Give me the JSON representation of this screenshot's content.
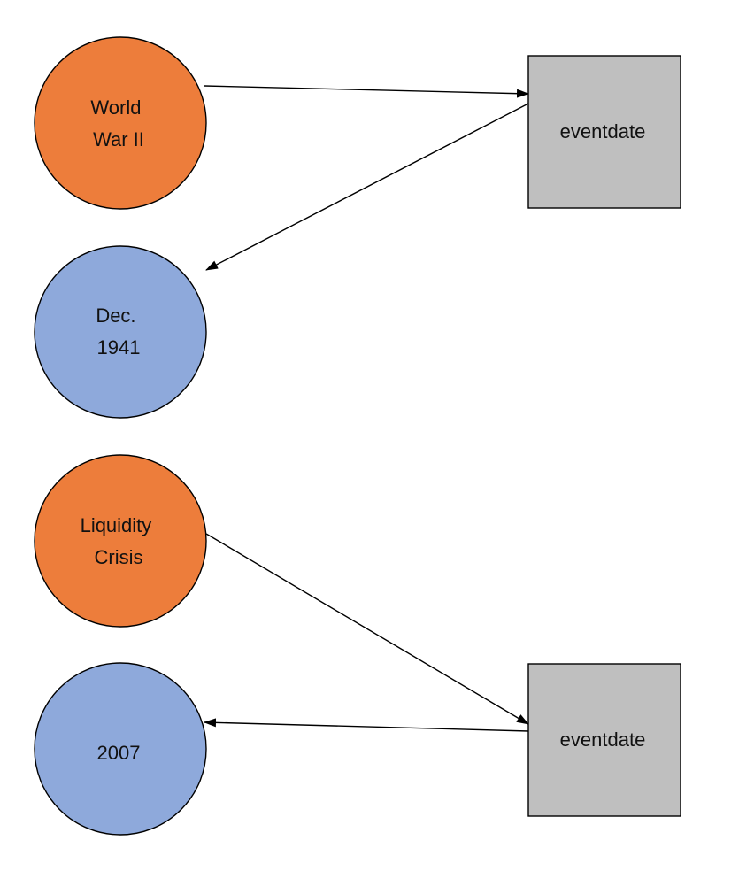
{
  "colors": {
    "entity": "#ED7D3B",
    "value": "#8EA9DB",
    "relation": "#BFBFBF",
    "stroke": "#000000"
  },
  "nodes": {
    "ww2": {
      "kind": "entity",
      "lines": [
        "World",
        "War II"
      ]
    },
    "dec1941": {
      "kind": "value",
      "lines": [
        "Dec.",
        "1941"
      ]
    },
    "liquidity": {
      "kind": "entity",
      "lines": [
        "Liquidity",
        "Crisis"
      ]
    },
    "y2007": {
      "kind": "value",
      "lines": [
        "2007"
      ]
    },
    "rel1": {
      "kind": "relation",
      "lines": [
        "eventdate"
      ]
    },
    "rel2": {
      "kind": "relation",
      "lines": [
        "eventdate"
      ]
    }
  },
  "edges": [
    {
      "from": "ww2",
      "to": "rel1"
    },
    {
      "from": "rel1",
      "to": "dec1941"
    },
    {
      "from": "liquidity",
      "to": "rel2"
    },
    {
      "from": "rel2",
      "to": "y2007"
    }
  ]
}
